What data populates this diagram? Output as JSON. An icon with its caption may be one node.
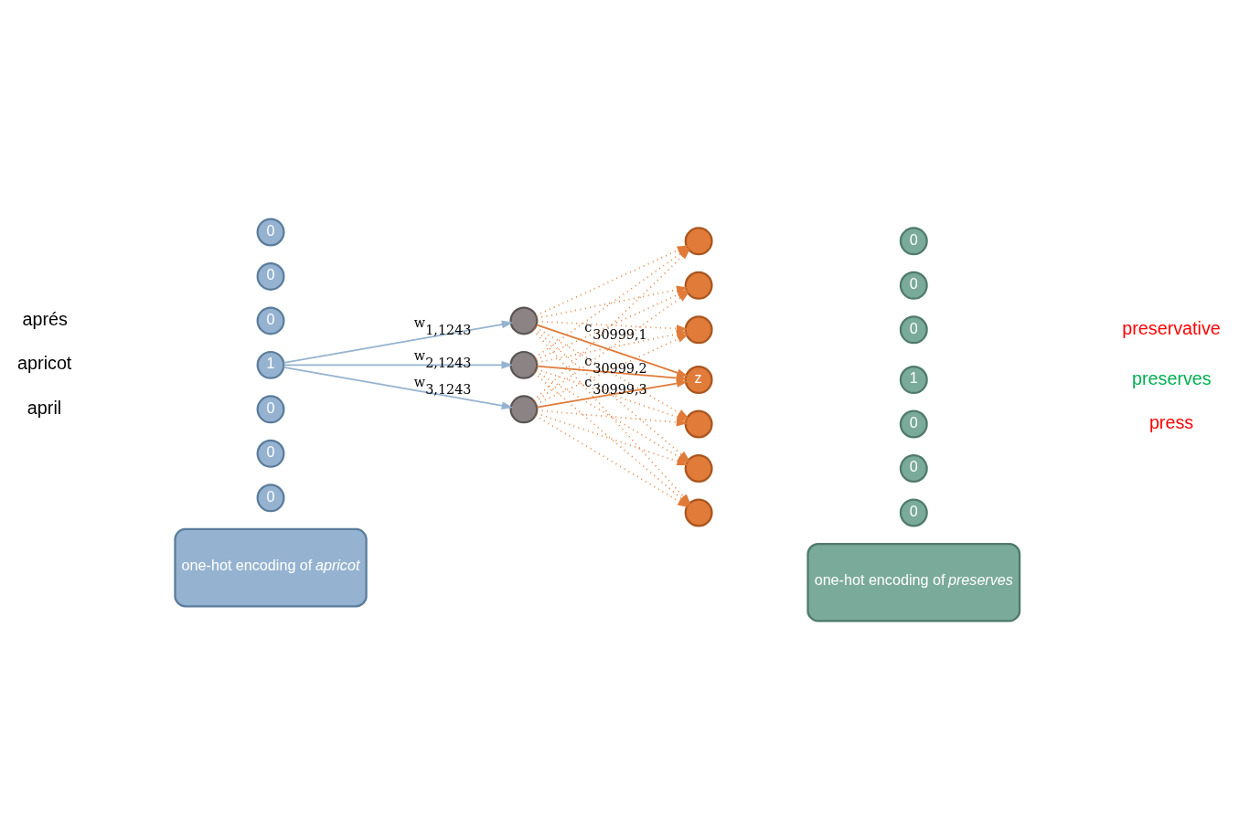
{
  "diagram": {
    "nodes": [
      {
        "text": [
          "0"
        ]
      },
      {
        "text": [
          "0"
        ]
      },
      {
        "text": [
          "0"
        ]
      },
      {
        "text": [
          "1"
        ]
      },
      {
        "text": [
          "0"
        ]
      },
      {
        "text": [
          "0"
        ]
      },
      {
        "text": [
          "0"
        ]
      },
      {
        "text": [],
        "shape": "circle"
      },
      {
        "text": [],
        "shape": "circle"
      },
      {
        "text": [],
        "shape": "circle"
      },
      {
        "text": [],
        "shape": "circle"
      },
      {
        "text": [],
        "shape": "circle"
      },
      {
        "text": [],
        "shape": "circle"
      },
      {
        "text": [
          "z"
        ]
      },
      {
        "text": [],
        "shape": "circle"
      },
      {
        "text": [],
        "shape": "circle"
      },
      {
        "text": [],
        "shape": "circle"
      },
      {
        "text": [
          "0"
        ]
      },
      {
        "text": [
          "0"
        ]
      },
      {
        "text": [
          "0"
        ]
      },
      {
        "text": [
          "1"
        ]
      },
      {
        "text": [
          "0"
        ]
      },
      {
        "text": [
          "0"
        ]
      },
      {
        "text": [
          "0"
        ]
      },
      {
        "text": [
          "one-hot encoding of *apricot*"
        ]
      },
      {
        "text": [
          "one-hot encoding of *preserves*"
        ]
      }
    ],
    "edges": [
      {
        "from": 3,
        "to": 7,
        "arrow": "to",
        "label": "w$_{1,1243}$",
        "color": "#95b3d0"
      },
      {
        "from": 3,
        "to": 8,
        "arrow": "to",
        "label": "w$_{2,1243}$",
        "color": "#95b3d0"
      },
      {
        "from": 3,
        "to": 9,
        "arrow": "to",
        "label": "w$_{3,1243}$",
        "color": "#95b3d0"
      },
      {
        "from": 7,
        "to": 13,
        "arrow": "to",
        "label": "c$_{30999,1}$"
      },
      {
        "from": 8,
        "to": 13,
        "arrow": "to",
        "label": "c$_{30999,2}$"
      },
      {
        "from": 9,
        "to": 13,
        "arrow": "to",
        "label": "c$_{30999,3}$"
      },
      {
        "from": 7,
        "to": 10,
        "arrow": "to",
        "style": "dashed"
      },
      {
        "from": 7,
        "to": 11,
        "arrow": "to",
        "style": "dashed"
      },
      {
        "from": 7,
        "to": 12,
        "arrow": "to",
        "style": "dashed"
      },
      {
        "from": 7,
        "to": 14,
        "arrow": "to",
        "style": "dashed"
      },
      {
        "from": 7,
        "to": 15,
        "arrow": "to",
        "style": "dashed"
      },
      {
        "from": 7,
        "to": 16,
        "arrow": "to",
        "style": "dashed"
      },
      {
        "from": 8,
        "to": 10,
        "arrow": "to",
        "style": "dashed"
      },
      {
        "from": 8,
        "to": 11,
        "arrow": "to",
        "style": "dashed"
      },
      {
        "from": 8,
        "to": 12,
        "arrow": "to",
        "style": "dashed"
      },
      {
        "from": 8,
        "to": 14,
        "arrow": "to",
        "style": "dashed"
      },
      {
        "from": 8,
        "to": 15,
        "arrow": "to",
        "style": "dashed"
      },
      {
        "from": 8,
        "to": 16,
        "arrow": "to",
        "style": "dashed"
      },
      {
        "from": 9,
        "to": 10,
        "arrow": "to",
        "style": "dashed"
      },
      {
        "from": 9,
        "to": 11,
        "arrow": "to",
        "style": "dashed"
      },
      {
        "from": 9,
        "to": 12,
        "arrow": "to",
        "style": "dashed"
      },
      {
        "from": 9,
        "to": 14,
        "arrow": "to",
        "style": "dashed"
      },
      {
        "from": 9,
        "to": 15,
        "arrow": "to",
        "style": "dashed"
      },
      {
        "from": 9,
        "to": 16,
        "arrow": "to",
        "style": "dashed"
      }
    ],
    "labels": [
      "aprés",
      "apricot",
      "april",
      "preservative",
      "preserves",
      "press"
    ]
  }
}
